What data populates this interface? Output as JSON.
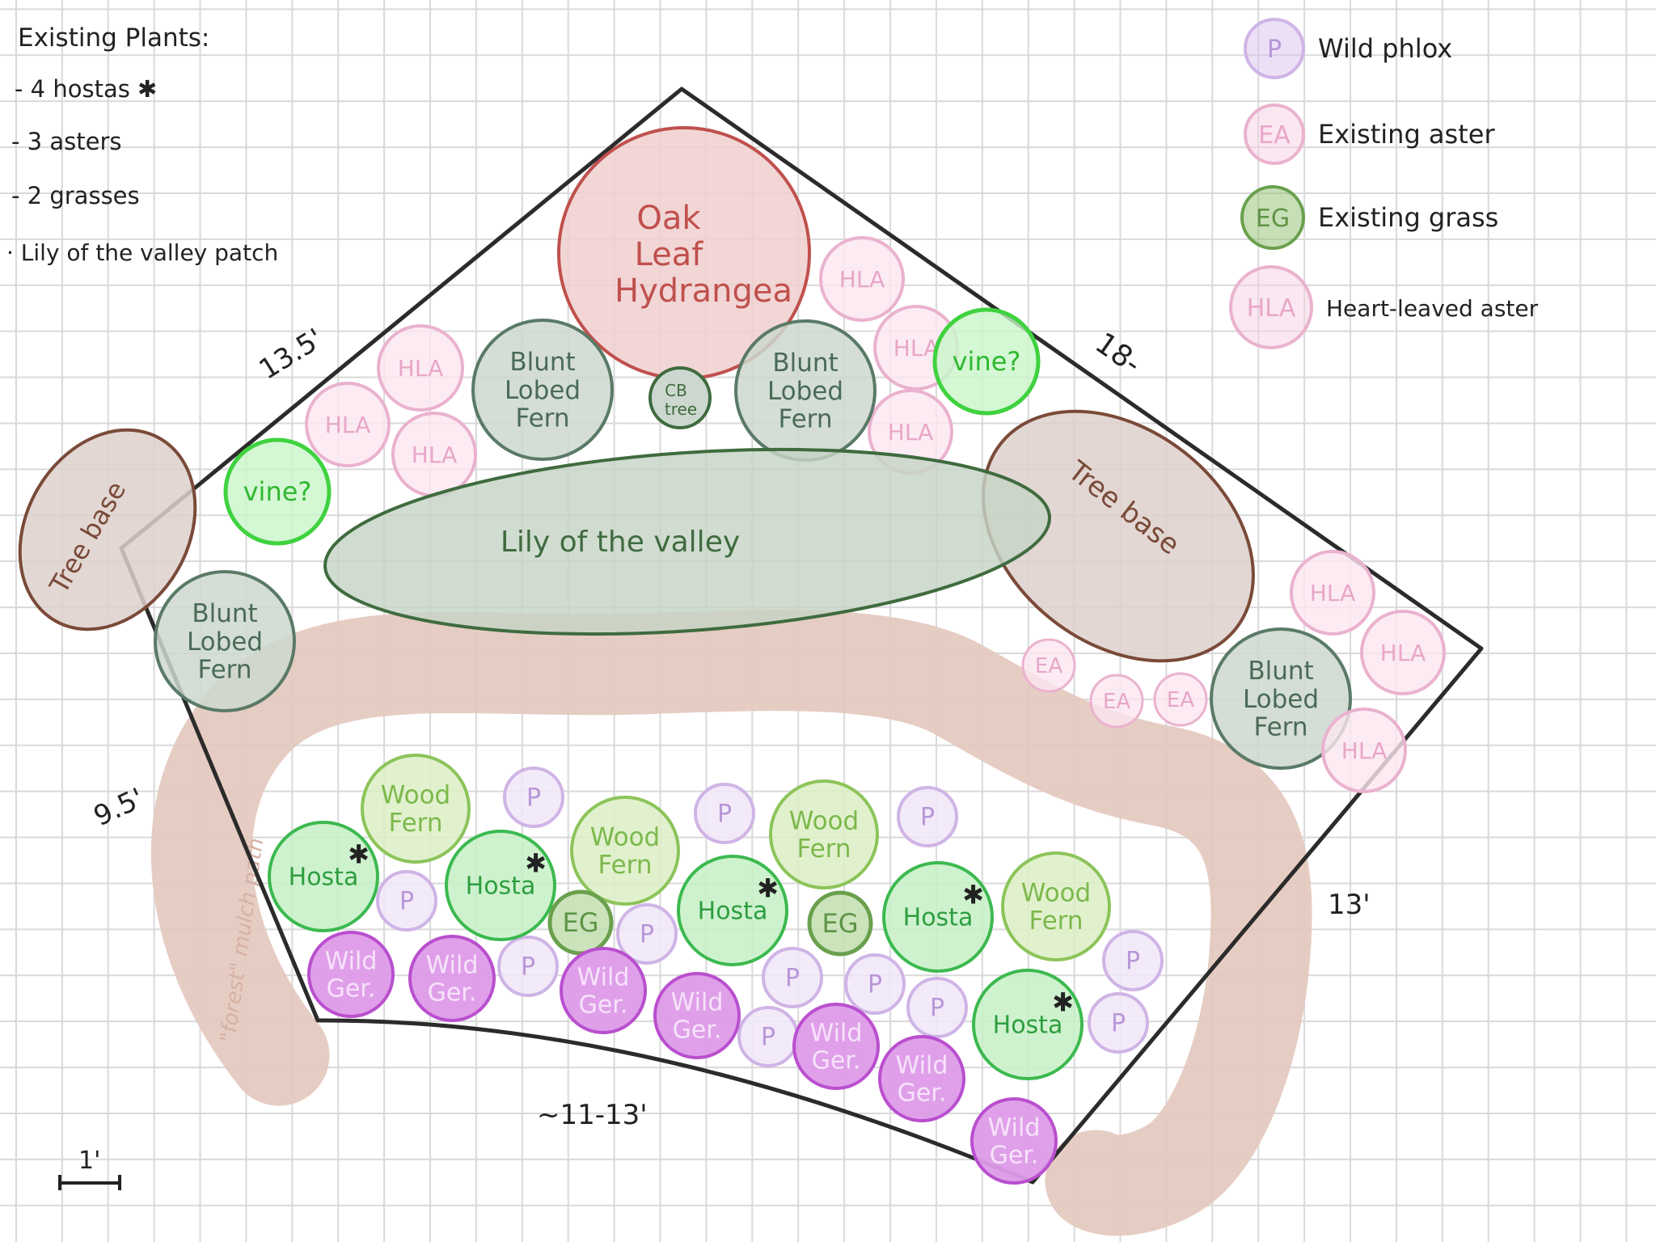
{
  "notes": {
    "heading": "Existing Plants:",
    "items": [
      "- 4 hostas ✱",
      "- 3 asters",
      "- 2 grasses",
      "· Lily of the valley patch"
    ]
  },
  "legend": [
    {
      "abbr": "P",
      "label": "Wild phlox",
      "color": "#d9c2ee"
    },
    {
      "abbr": "EA",
      "label": "Existing aster",
      "color": "#f6cfe3"
    },
    {
      "abbr": "EG",
      "label": "Existing grass",
      "color": "#8fbf6e"
    },
    {
      "abbr": "HLA",
      "label": "Heart-leaved aster",
      "color": "#f6cfe3"
    }
  ],
  "dimensions": {
    "top_left": "13.5'",
    "top_right": "18-",
    "left": "9.5'",
    "right": "13'",
    "bottom": "~11-13'",
    "scale": "1'"
  },
  "path_label": "\"forest\" mulch path",
  "plants": {
    "hydrangea": "Oak Leaf Hydrangea",
    "lily": "Lily of the valley",
    "tree_base": "Tree base",
    "fern_blunt": "Blunt Lobed Fern",
    "cb_tree": "CB tree",
    "vine": "vine?",
    "hla": "HLA",
    "ea": "EA",
    "eg": "EG",
    "p": "P",
    "hosta": "Hosta",
    "wood_fern": "Wood Fern",
    "wild_ger": "Wild Ger."
  },
  "colors": {
    "hydrangea_fill": "#f0cfcf",
    "hydrangea_stroke": "#c0504d",
    "fern_fill": "#ccd8cf",
    "fern_stroke": "#5a7a66",
    "fern_text": "#4a6a56",
    "lily_fill": "#d3dfd3",
    "lily_stroke": "#3f6b3f",
    "lily_text": "#3f6b3f",
    "tree_fill": "#ddd0cb",
    "tree_stroke": "#7a4a38",
    "tree_text": "#7a4a38",
    "vine_fill": "#c9f5c9",
    "vine_stroke": "#3fd23f",
    "vine_text": "#2fb82f",
    "hla_fill": "#fbe6f0",
    "hla_stroke": "#eab2cf",
    "hla_text": "#e8a6c8",
    "p_fill": "#f1e6f8",
    "p_stroke": "#cfb4e6",
    "p_text": "#b897d8",
    "hosta_fill": "#c6f0c6",
    "hosta_stroke": "#3cb94f",
    "hosta_text": "#2e9e40",
    "wood_fill": "#dcefc4",
    "wood_stroke": "#8cc45a",
    "wood_text": "#7cb84c",
    "eg_fill": "#c5e0b4",
    "eg_stroke": "#6aa04d",
    "eg_text": "#5d9445",
    "ger_fill": "#dd9be8",
    "ger_stroke": "#b94fce",
    "ger_text": "#f7e3fb",
    "path_color": "#e3c8bd",
    "path_text": "#d5b1a4",
    "ink": "#222222",
    "grid": "#d9d9d9"
  }
}
